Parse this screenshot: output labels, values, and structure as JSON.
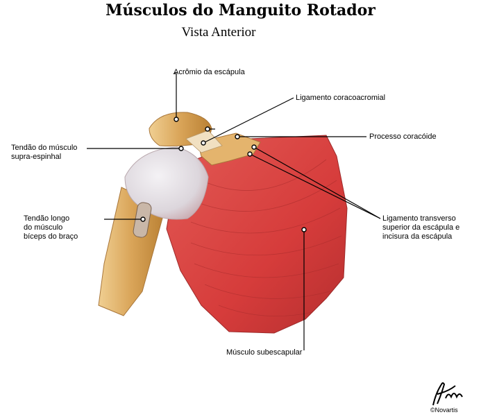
{
  "title": "Músculos do Manguito Rotador",
  "subtitle": "Vista Anterior",
  "labels": {
    "acromion": "Acrômio da escápula",
    "coracoacromial": "Ligamento coracoacromial",
    "coracoid": "Processo coracóide",
    "supraspinatus": [
      "Tendão do músculo",
      "supra-espinhal"
    ],
    "biceps": [
      "Tendão longo",
      "do músculo",
      "bíceps do braço"
    ],
    "transverse": [
      "Ligamento transverso",
      "superior da escápula e",
      "incisura da escápula"
    ],
    "subscapularis": "Músculo subescapular"
  },
  "copyright": "©Novartis",
  "colors": {
    "muscle": "#d9403f",
    "muscle_dark": "#b8312f",
    "bone": "#d8a35a",
    "bone_light": "#eec98a",
    "tendon": "#e4e1e8",
    "leader": "#000000"
  }
}
